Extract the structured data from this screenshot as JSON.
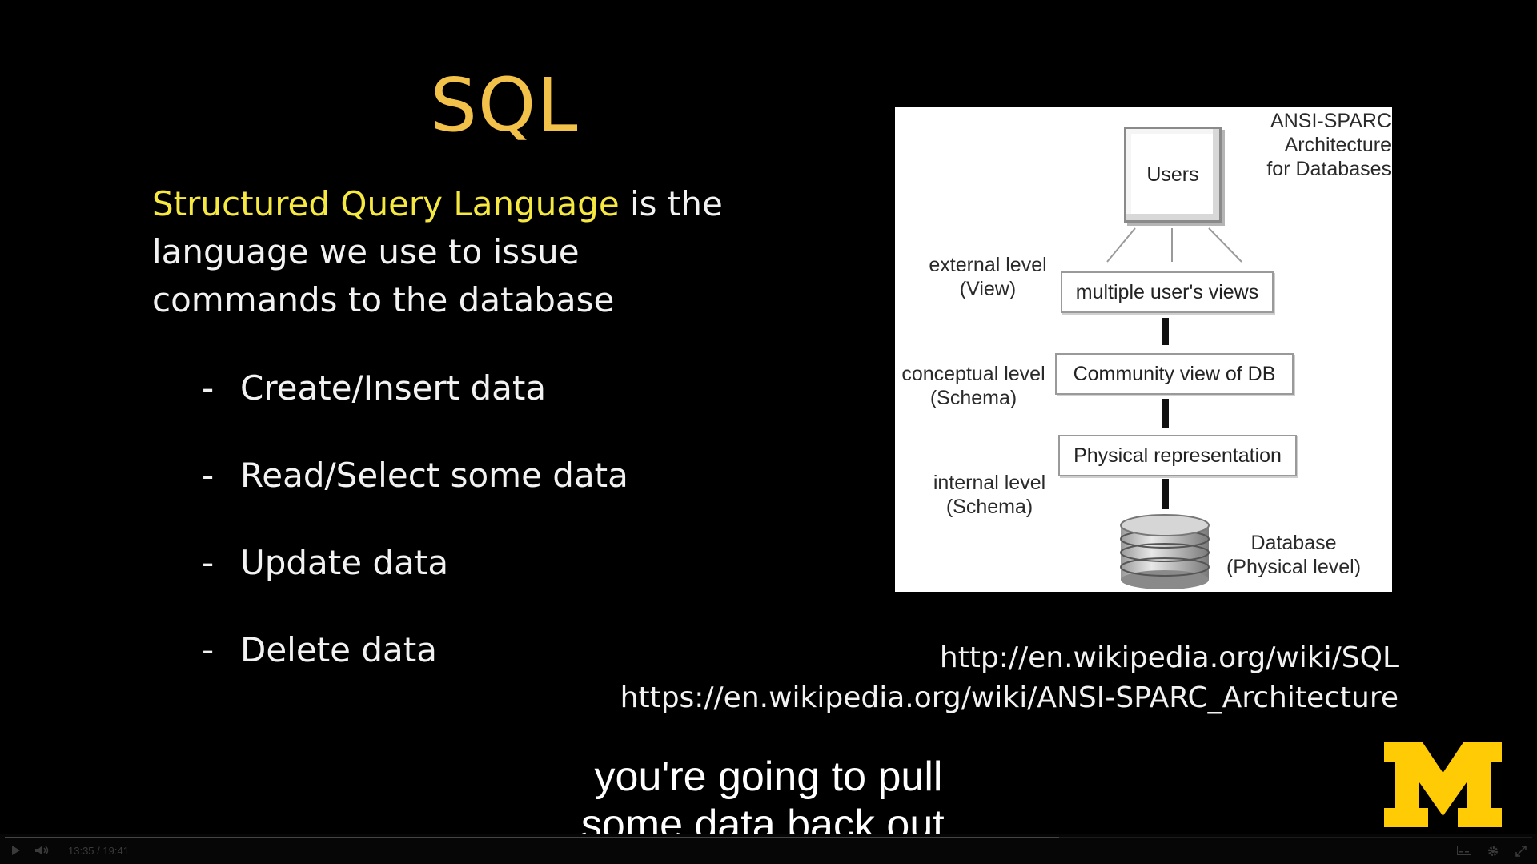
{
  "slide": {
    "title": "SQL",
    "intro_highlight": "Structured Query Language",
    "intro_rest": " is the language we use to issue commands to the database",
    "bullets": [
      {
        "dash": "-",
        "label": "Create/Insert data"
      },
      {
        "dash": "-",
        "label": "Read/Select some data"
      },
      {
        "dash": "-",
        "label": "Update data"
      },
      {
        "dash": "-",
        "label": "Delete data"
      }
    ]
  },
  "diagram": {
    "heading_line1": "ANSI-SPARC",
    "heading_line2": "Architecture",
    "heading_line3": "for Databases",
    "users": "Users",
    "external_level": "external level",
    "external_sub": "(View)",
    "external_box": "multiple user's views",
    "conceptual_level": "conceptual level",
    "conceptual_sub": "(Schema)",
    "conceptual_box": "Community view of DB",
    "physical_box": "Physical representation",
    "internal_level": "internal level",
    "internal_sub": "(Schema)",
    "database_line1": "Database",
    "database_line2": "(Physical level)"
  },
  "links": {
    "sql_url": "http://en.wikipedia.org/wiki/SQL",
    "ansi_url": "https://en.wikipedia.org/wiki/ANSI-SPARC_Architecture"
  },
  "subtitles": {
    "line1": "you're going to pull",
    "line2": "some data back out,"
  },
  "player": {
    "current_time": "13:35",
    "separator": "/",
    "duration": "19:41",
    "progress_fraction": 0.69
  },
  "logo": {
    "letter": "M",
    "color": "#FFCB05"
  },
  "colors": {
    "title": "#f2c14a",
    "highlight": "#f5e840",
    "background": "#000000"
  }
}
